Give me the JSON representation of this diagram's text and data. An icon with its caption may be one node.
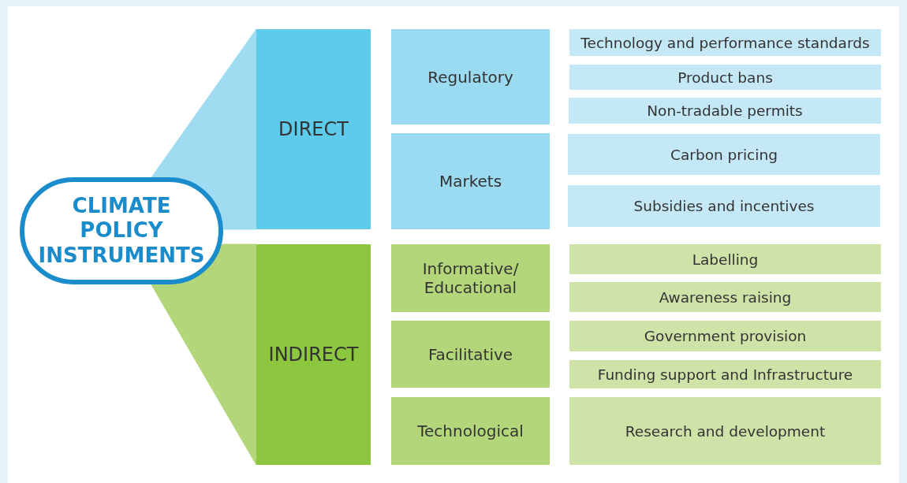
{
  "diagram": {
    "nodes": [
      {
        "text": [
          "CLIMATE POLICY INSTRUMENTS"
        ]
      },
      {
        "text": [
          "DIRECT"
        ]
      },
      {
        "text": [
          "INDIRECT"
        ]
      },
      {
        "text": [
          "Regulatory"
        ]
      },
      {
        "text": [
          "Markets"
        ]
      },
      {
        "text": [
          "Informative/ Educational"
        ]
      },
      {
        "text": [
          "Facilitative"
        ]
      },
      {
        "text": [
          "Technological"
        ]
      },
      {
        "text": [
          "Technology and performance standards"
        ]
      },
      {
        "text": [
          "Product bans"
        ]
      },
      {
        "text": [
          "Non-tradable permits"
        ]
      },
      {
        "text": [
          "Carbon pricing"
        ]
      },
      {
        "text": [
          "Subsidies and incentives"
        ]
      },
      {
        "text": [
          "Labelling"
        ]
      },
      {
        "text": [
          "Awareness raising"
        ]
      },
      {
        "text": [
          "Government provision"
        ]
      },
      {
        "text": [
          "Funding support and Infrastructure"
        ]
      },
      {
        "text": [
          "Research and development"
        ]
      }
    ],
    "edges": [
      {
        "from": 0,
        "to": 1,
        "arrow": "none",
        "color": "#9fdcf2"
      },
      {
        "from": 0,
        "to": 2,
        "arrow": "none",
        "color": "#b3d67a"
      }
    ]
  }
}
